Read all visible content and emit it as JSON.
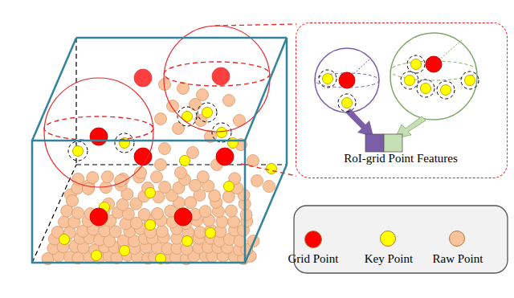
{
  "diagram": {
    "nodes": [
      {
        "text": [
          "RoI-grid Point Features"
        ]
      }
    ],
    "legend": [
      {
        "text": "Grid Point",
        "color": "#ff0000"
      },
      {
        "text": "Key Point",
        "color": "#ffff00"
      },
      {
        "text": "Raw Point",
        "color": "#f8c39d"
      }
    ]
  }
}
